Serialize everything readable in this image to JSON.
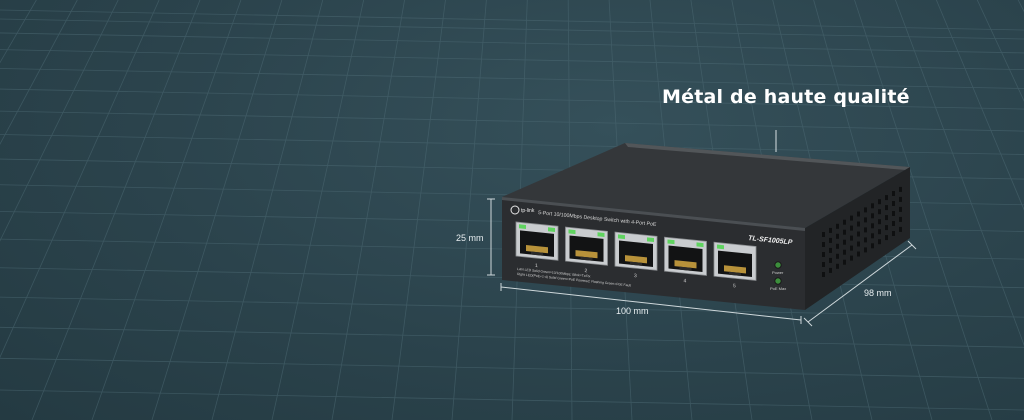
{
  "headline": "Métal de haute qualité",
  "dimensions": {
    "height": "25 mm",
    "width": "100 mm",
    "depth": "98 mm"
  },
  "device": {
    "brand": "tp-link",
    "description": "5-Port 10/100Mbps Desktop Switch with 4-Port PoE",
    "model": "TL-SF1005LP",
    "ports": [
      "1",
      "2",
      "3",
      "4",
      "5"
    ],
    "led_power": "Power",
    "led_poe_max": "PoE Max",
    "legend_line1": "LAN LED   Solid Green=10/100Mbps; Blink=Tx/Rx",
    "legend_line2": "Right LED(PoE+1-4)   Solid Green=PoE Powered; Flashing Green=PoE Fault"
  },
  "colors": {
    "background": "#2b434c",
    "grid": "#4d6a74",
    "device_body": "#2a2c2e",
    "led_green": "#5fd35f"
  }
}
